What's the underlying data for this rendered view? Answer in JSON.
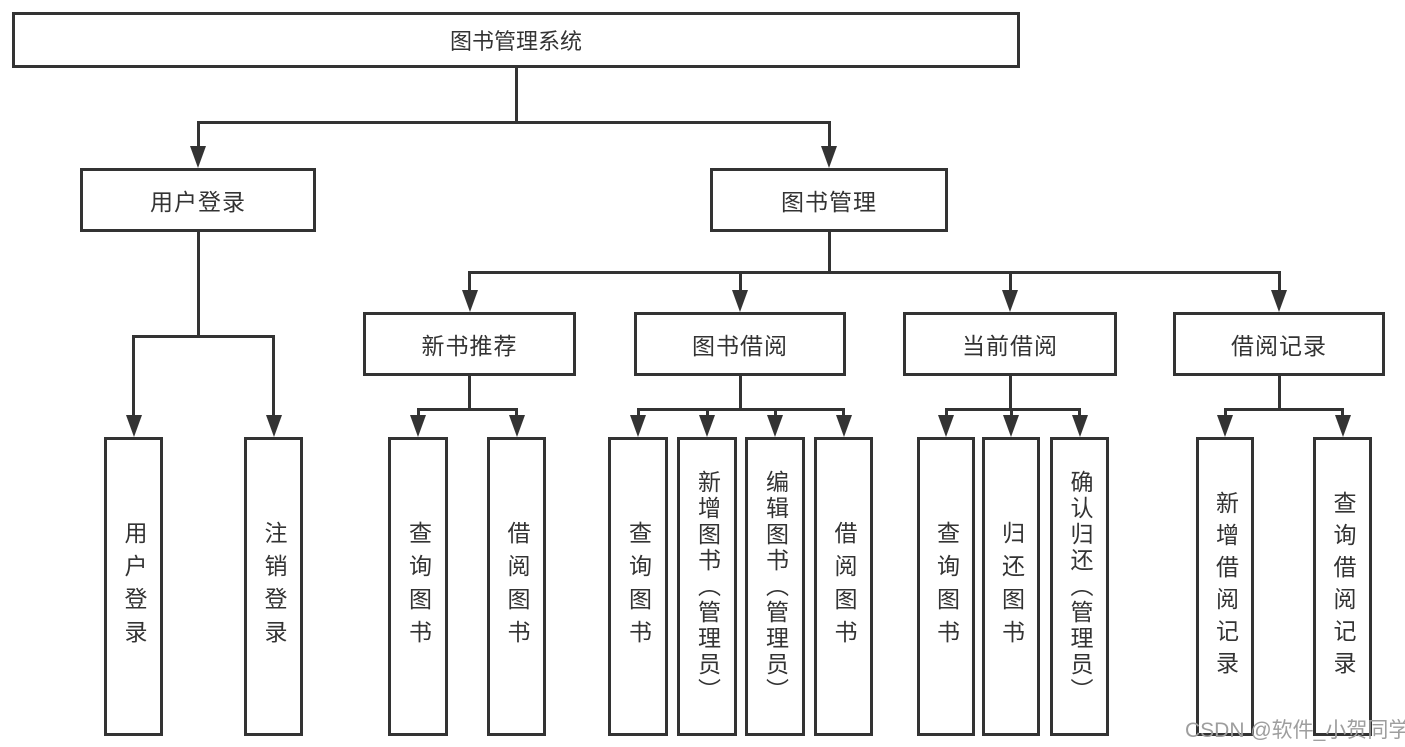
{
  "diagram": {
    "root": {
      "label": "图书管理系统"
    },
    "branches": [
      {
        "label": "用户登录",
        "children": [
          {
            "label": "用户登录"
          },
          {
            "label": "注销登录"
          }
        ]
      },
      {
        "label": "图书管理",
        "children": [
          {
            "label": "新书推荐",
            "children": [
              {
                "label": "查询图书"
              },
              {
                "label": "借阅图书"
              }
            ]
          },
          {
            "label": "图书借阅",
            "children": [
              {
                "label": "查询图书"
              },
              {
                "label": "新增图书（管理员）"
              },
              {
                "label": "编辑图书（管理员）"
              },
              {
                "label": "借阅图书"
              }
            ]
          },
          {
            "label": "当前借阅",
            "children": [
              {
                "label": "查询图书"
              },
              {
                "label": "归还图书"
              },
              {
                "label": "确认归还（管理员）"
              }
            ]
          },
          {
            "label": "借阅记录",
            "children": [
              {
                "label": "新增借阅记录"
              },
              {
                "label": "查询借阅记录"
              }
            ]
          }
        ]
      }
    ]
  },
  "watermark": {
    "text": "CSDN @软件_小贺同学"
  },
  "colors": {
    "line": "#333333",
    "text": "#333333",
    "watermark": "#9e9e9e",
    "background": "#ffffff"
  }
}
